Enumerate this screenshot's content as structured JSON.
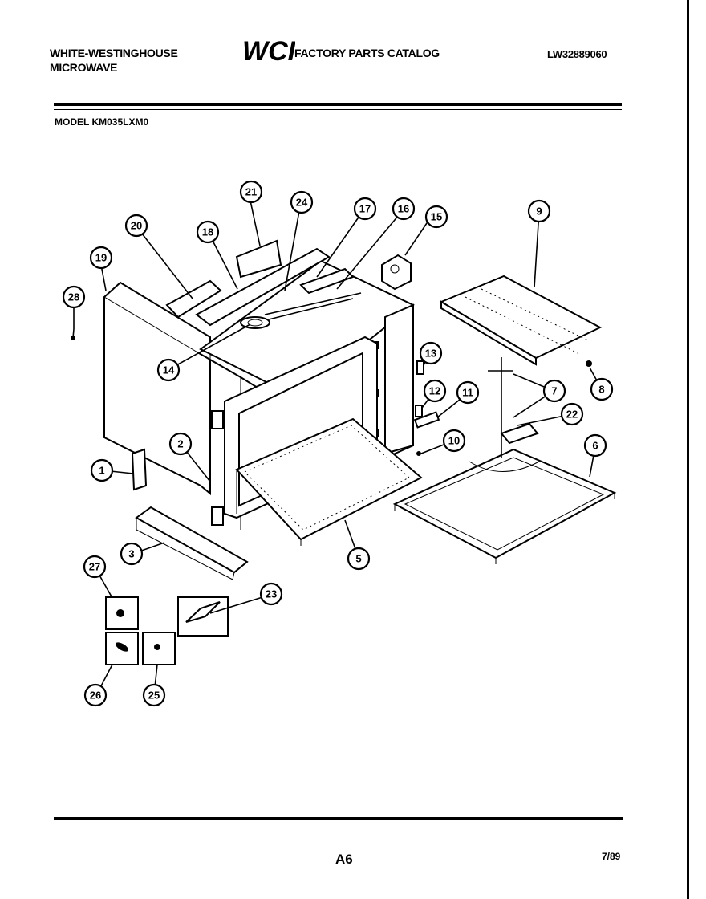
{
  "header": {
    "brand_line1": "WHITE-WESTINGHOUSE",
    "brand_line2": "MICROWAVE",
    "logo_text": "WCI",
    "catalog_title": "FACTORY PARTS CATALOG",
    "document_number": "LW32889060"
  },
  "model_label": "MODEL KM035LXM0",
  "callouts": [
    {
      "label": "1"
    },
    {
      "label": "2"
    },
    {
      "label": "3"
    },
    {
      "label": "5"
    },
    {
      "label": "6"
    },
    {
      "label": "7"
    },
    {
      "label": "8"
    },
    {
      "label": "9"
    },
    {
      "label": "10"
    },
    {
      "label": "11"
    },
    {
      "label": "12"
    },
    {
      "label": "13"
    },
    {
      "label": "14"
    },
    {
      "label": "15"
    },
    {
      "label": "16"
    },
    {
      "label": "17"
    },
    {
      "label": "18"
    },
    {
      "label": "19"
    },
    {
      "label": "20"
    },
    {
      "label": "21"
    },
    {
      "label": "22"
    },
    {
      "label": "23"
    },
    {
      "label": "24"
    },
    {
      "label": "25"
    },
    {
      "label": "26"
    },
    {
      "label": "27"
    },
    {
      "label": "28"
    }
  ],
  "footer": {
    "page": "A6",
    "date": "7/89"
  }
}
